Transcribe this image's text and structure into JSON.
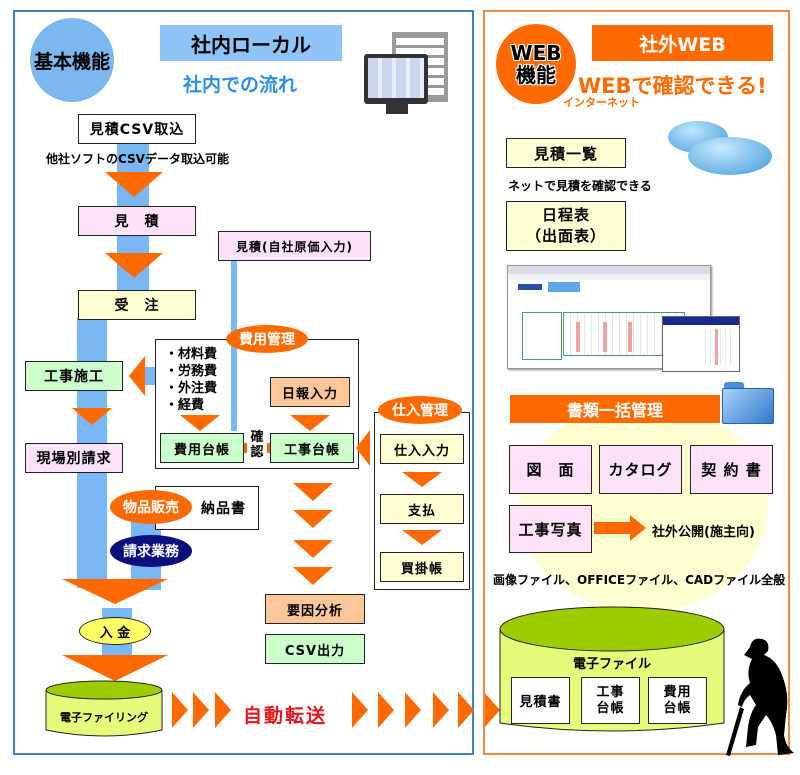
{
  "colors": {
    "local_border": "#3a86b8",
    "web_border": "#f08a3a",
    "accent_orange": "#ff6a00",
    "flow_blue": "#79b8f4",
    "auto_transfer_red": "#e8141e",
    "internal_flow_blue": "#2f8fe8"
  },
  "local": {
    "badge": "基本機能",
    "title": "社内ローカル",
    "subtitle": "社内での流れ",
    "icons": [
      "monitor-icon",
      "spreadsheet-icon"
    ],
    "flow": {
      "csv_import": "見積CSV取込",
      "csv_note": "他社ソフトのCSVデータ取込可能",
      "estimate": "見　積",
      "order": "受　注",
      "construction": "工事施工",
      "billing_per_site": "現場別請求",
      "estimate_cost": "見積(自社原価入力)"
    },
    "cost_management": {
      "badge": "費用管理",
      "items": [
        "・材料費",
        "・労務費",
        "・外注費",
        "・経費"
      ],
      "cost_ledger": "費用台帳",
      "confirm": "確認",
      "daily_report": "日報入力",
      "construction_ledger": "工事台帳"
    },
    "purchase_management": {
      "badge": "仕入管理",
      "steps": [
        "仕入入力",
        "支払",
        "買掛帳"
      ]
    },
    "sales": {
      "goods_sales_badge": "物品販売",
      "delivery_note": "納品書",
      "billing_badge": "請求業務",
      "payment": "入 金"
    },
    "analysis": "要因分析",
    "csv_output": "CSV出力",
    "e_filing": "電子ファイリング",
    "auto_transfer": "自動転送"
  },
  "web": {
    "badge_line1": "WEB",
    "badge_line2": "機能",
    "title": "社外WEB",
    "headline": "WEBで確認できる!",
    "internet": "インターネット",
    "estimate_list": "見積一覧",
    "estimate_list_note": "ネットで見積を確認できる",
    "schedule_line1": "日程表",
    "schedule_line2": "（出面表）",
    "documents_title": "書類一括管理",
    "documents": [
      "図　面",
      "カタログ",
      "契 約 書"
    ],
    "photos": "工事写真",
    "publish": "社外公開(施主向)",
    "file_types": "画像ファイル、OFFICEファイル、CADファイル全般",
    "efile_title": "電子ファイル",
    "efiles": [
      {
        "line1": "見積書",
        "line2": ""
      },
      {
        "line1": "工事",
        "line2": "台帳"
      },
      {
        "line1": "費用",
        "line2": "台帳"
      }
    ]
  }
}
